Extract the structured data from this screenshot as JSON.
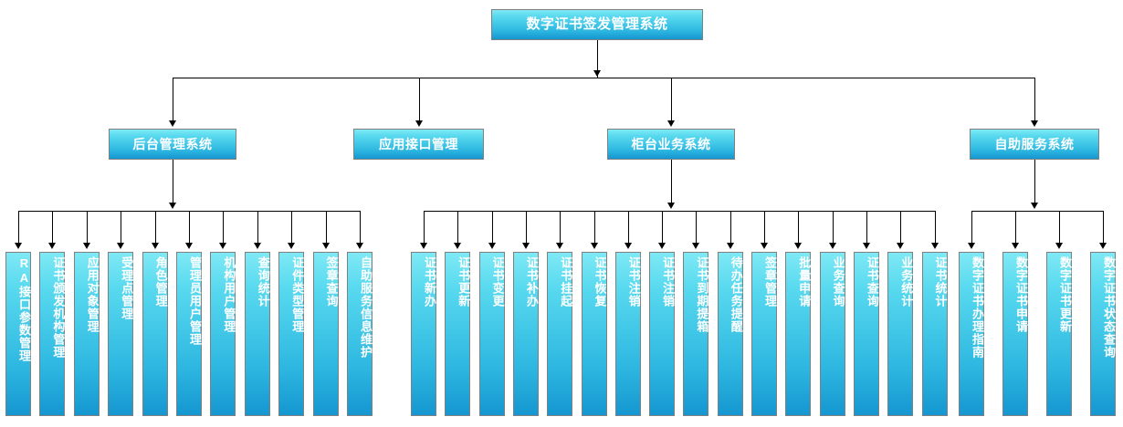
{
  "diagram": {
    "title": "数字证书签发管理系统",
    "type": "organization-chart",
    "root": {
      "label": "数字证书签发管理系统"
    },
    "branches": [
      {
        "label": "后台管理系统",
        "leaves": [
          "RA接口参数管理",
          "证书颁发机构管理",
          "应用对象管理",
          "受理点管理",
          "角色管理",
          "管理员用户管理",
          "机构用户管理",
          "查询统计",
          "证件类型管理",
          "签章查询",
          "自助服务信息维护"
        ]
      },
      {
        "label": "应用接口管理",
        "leaves": []
      },
      {
        "label": "柜台业务系统",
        "leaves": [
          "证书新办",
          "证书更新",
          "证书变更",
          "证书补办",
          "证书挂起",
          "证书恢复",
          "证书注销",
          "证书注销",
          "证书到期提箱",
          "待办任务提醒",
          "签章管理",
          "批量申请",
          "业务查询",
          "证书查询",
          "业务统计",
          "证书统计"
        ]
      },
      {
        "label": "自助服务系统",
        "leaves": [
          "数字证书办理指南",
          "数字证书申请",
          "数字证书更新",
          "数字证书状态查询"
        ]
      }
    ],
    "colors": {
      "node_top": "#7fe9f5",
      "node_bottom": "#1596d0",
      "node_border": "#808080",
      "node_text": "#ffffff",
      "connector": "#000000",
      "background": "#ffffff"
    }
  }
}
